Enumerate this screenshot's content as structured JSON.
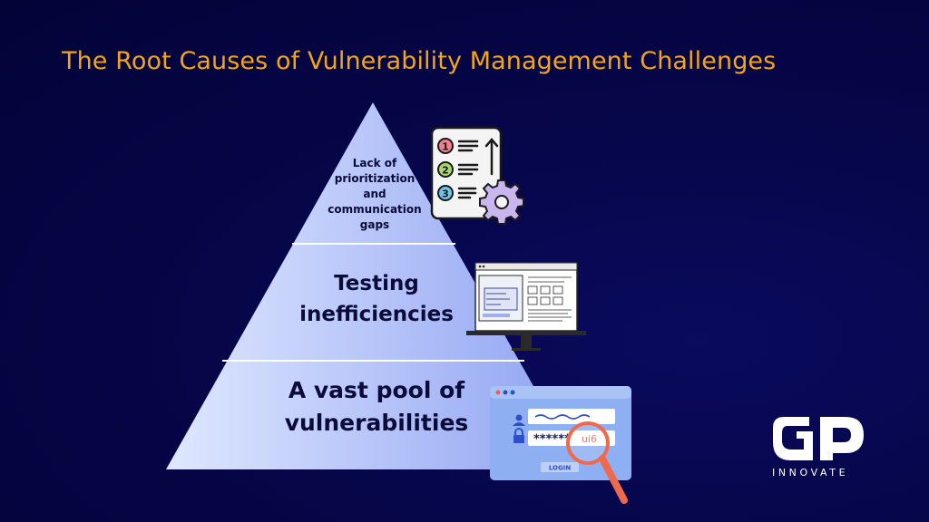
{
  "title": "The Root Causes of Vulnerability Management Challenges",
  "pyramid": {
    "tiers": [
      {
        "label": "Lack of prioritization and communication gaps",
        "lines": [
          "Lack of",
          "prioritization",
          "and",
          "communication",
          "gaps"
        ],
        "icon": "priority-list-gear-icon"
      },
      {
        "label": "Testing inefficiencies",
        "lines": [
          "Testing",
          "inefficiencies"
        ],
        "icon": "laptop-testing-icon"
      },
      {
        "label": "A vast pool of vulnerabilities",
        "lines": [
          "A vast pool of",
          "vulnerabilities"
        ],
        "icon": "login-magnifier-icon"
      }
    ]
  },
  "priority_list": {
    "numbers": [
      "1",
      "2",
      "3"
    ]
  },
  "login_widget": {
    "password_mask": "******",
    "password_revealed": "ui6",
    "button_label": "LOGIN"
  },
  "brand": {
    "wordmark": "INNOVATE",
    "logo": "gp-logo"
  },
  "colors": {
    "title": "#f2a51a",
    "pyramid_light": "#dfe8ff",
    "pyramid_dark": "#8fa2f2",
    "background": "#06064a"
  }
}
